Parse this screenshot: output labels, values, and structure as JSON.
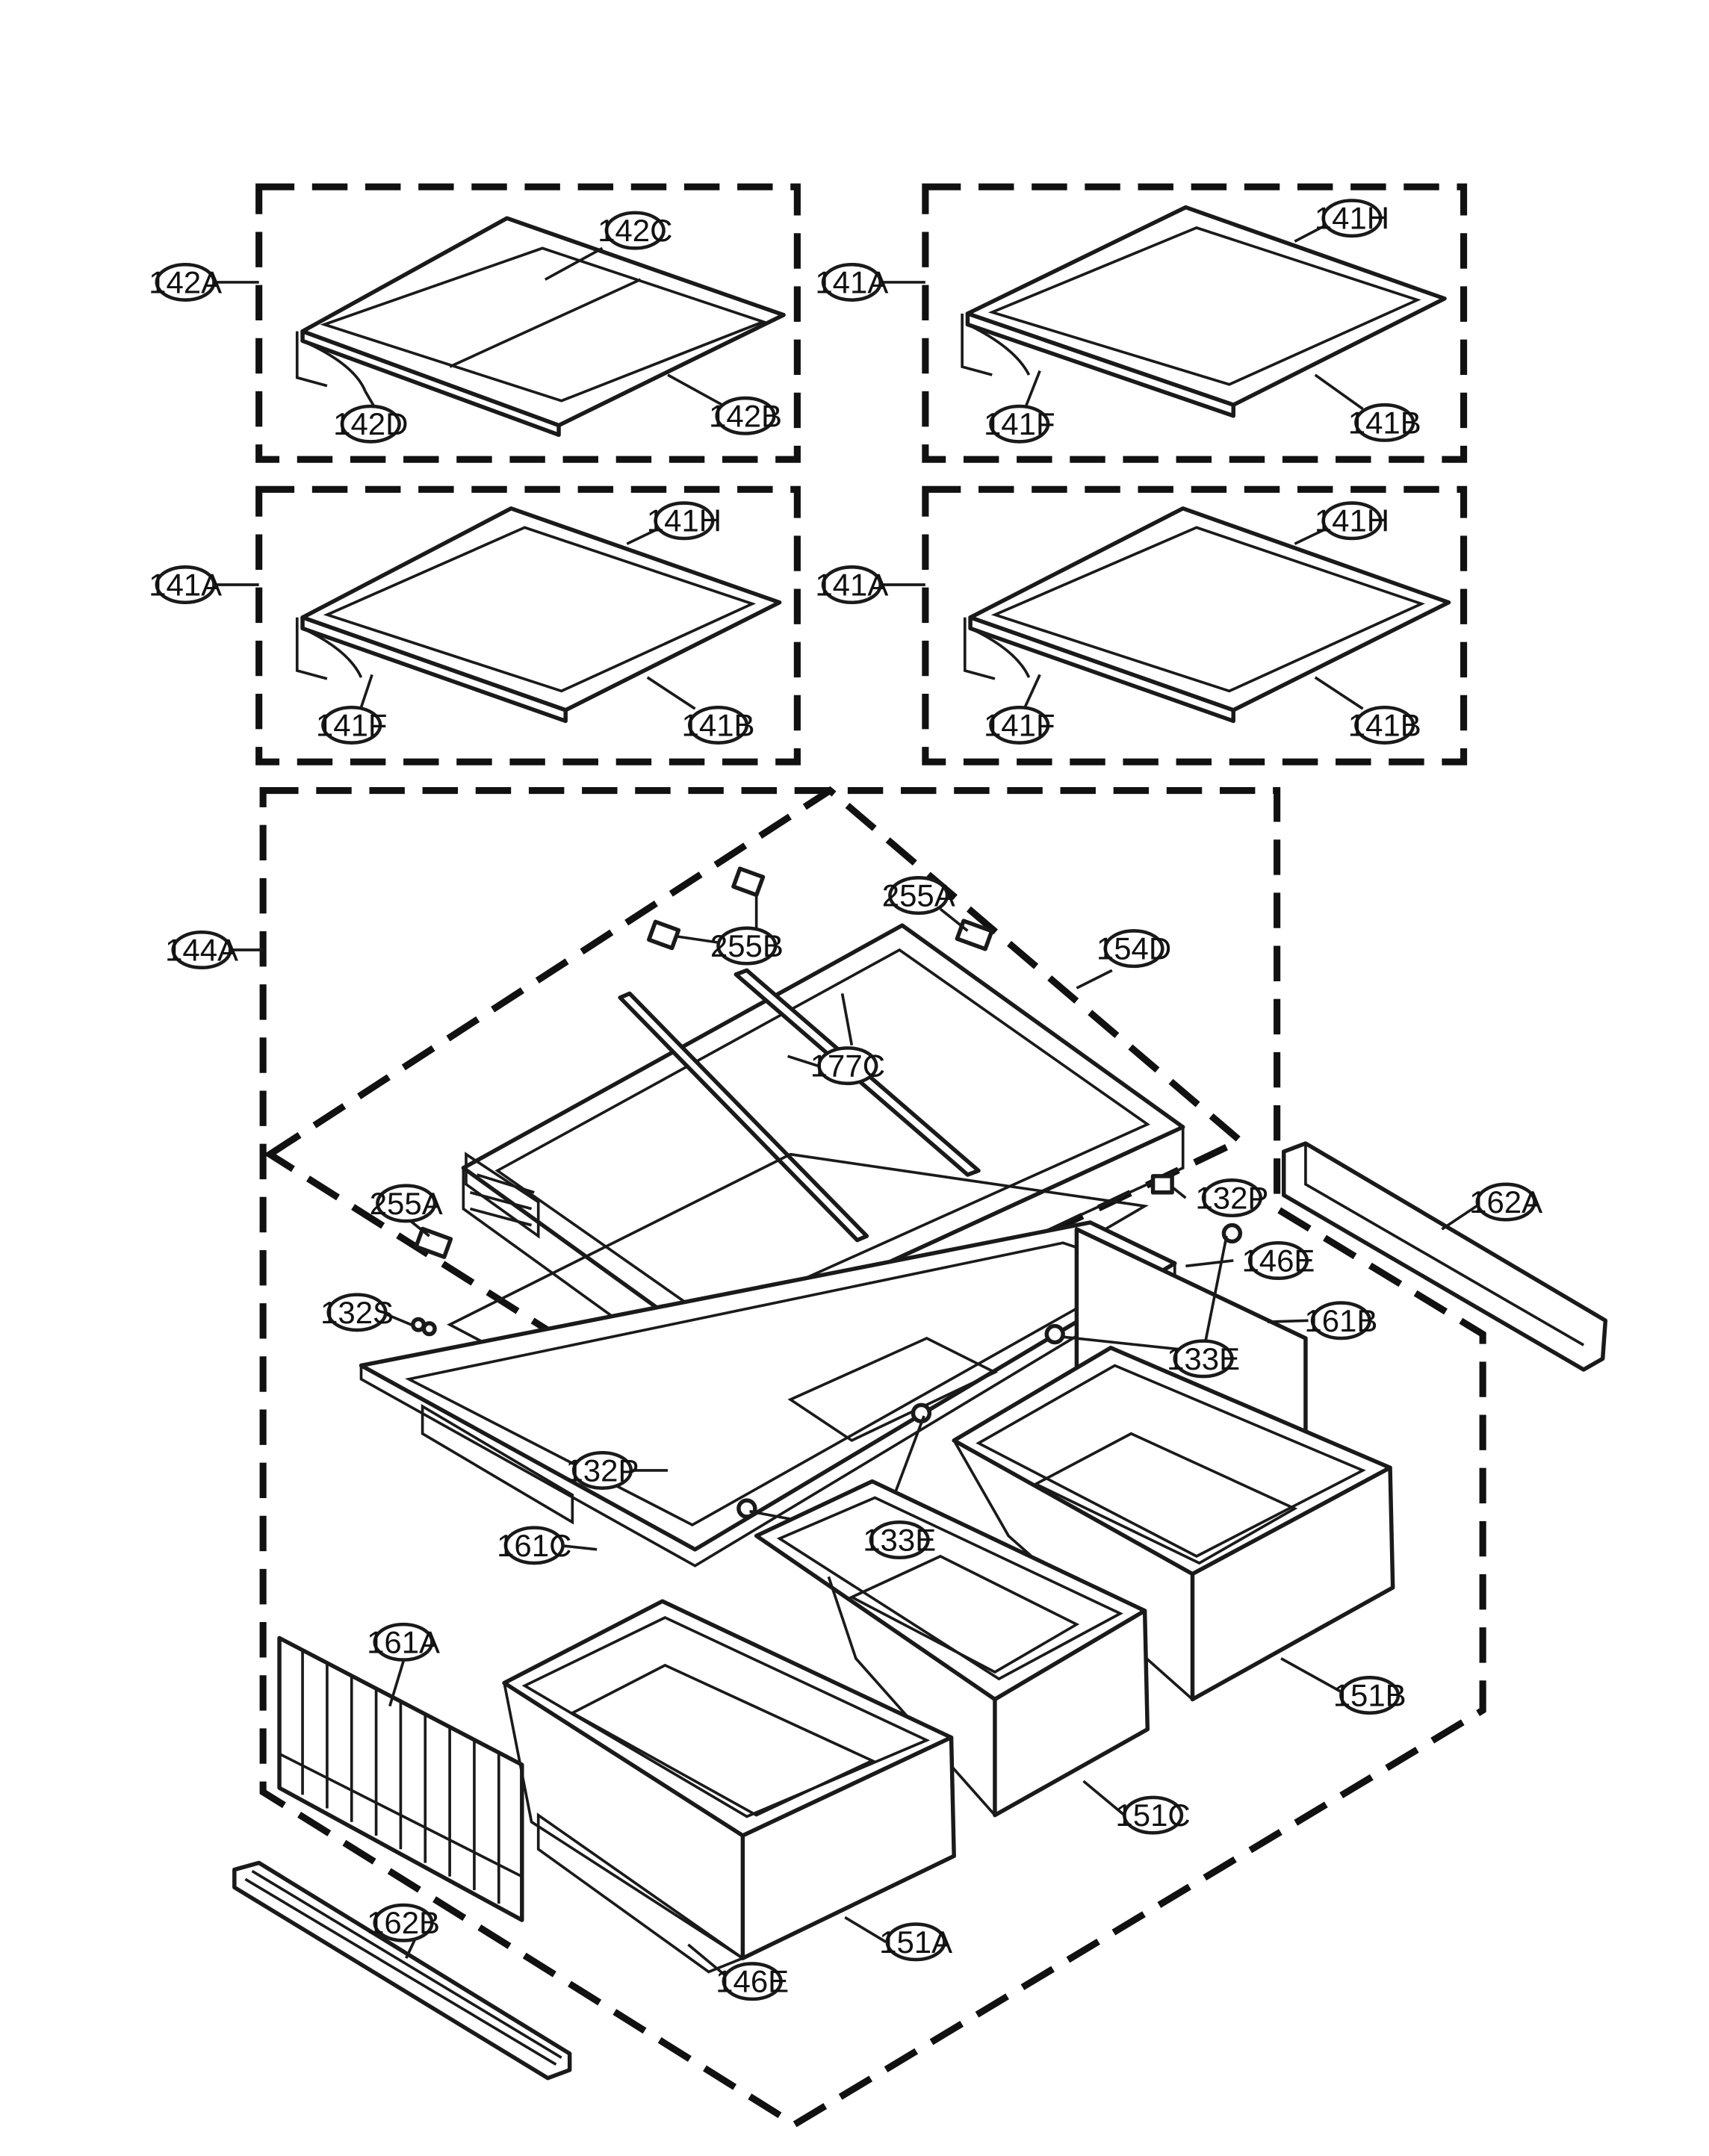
{
  "callouts": {
    "c142A": "142A",
    "c142C": "142C",
    "c142D": "142D",
    "c142B": "142B",
    "c141A_1": "141A",
    "c141H_1": "141H",
    "c141F_1": "141F",
    "c141B_1": "141B",
    "c141A_2": "141A",
    "c141H_2": "141H",
    "c141F_2": "141F",
    "c141B_2": "141B",
    "c141A_3": "141A",
    "c141H_3": "141H",
    "c141F_3": "141F",
    "c141B_3": "141B",
    "c144A": "144A",
    "c255A_1": "255A",
    "c255B": "255B",
    "c154D": "154D",
    "c177C": "177C",
    "c255A_2": "255A",
    "c132P_1": "132P",
    "c146E_1": "146E",
    "c132S": "132S",
    "c161B": "161B",
    "c133E_1": "133E",
    "c162A": "162A",
    "c132P_2": "132P",
    "c161C": "161C",
    "c133E_2": "133E",
    "c161A": "161A",
    "c151B": "151B",
    "c151C": "151C",
    "c162B": "162B",
    "c151A": "151A",
    "c146E_2": "146E"
  }
}
